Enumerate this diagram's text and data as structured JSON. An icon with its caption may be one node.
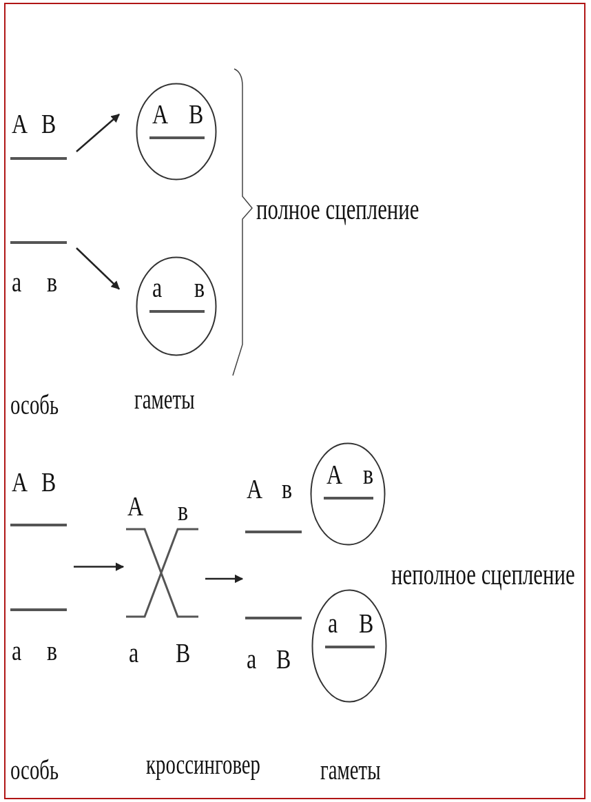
{
  "diagram": {
    "nodes": [
      {
        "text": [
          "А",
          "В",
          "а",
          "в"
        ]
      },
      {
        "text": [
          "А",
          "В"
        ]
      },
      {
        "text": [
          "а",
          "в"
        ]
      },
      {
        "text": [
          "А",
          "В",
          "а",
          "в"
        ]
      },
      {
        "text": [
          "А",
          "в",
          "а",
          "В"
        ]
      },
      {
        "text": [
          "А",
          "в",
          "а",
          "В"
        ]
      },
      {
        "text": [
          "А",
          "в"
        ]
      },
      {
        "text": [
          "а",
          "В"
        ]
      }
    ],
    "edges": [
      {
        "from": 0,
        "to": 1,
        "arrow": "to"
      },
      {
        "from": 0,
        "to": 2,
        "arrow": "to"
      },
      {
        "from": 3,
        "to": 4,
        "arrow": "to"
      },
      {
        "from": 4,
        "to": 5,
        "arrow": "to"
      }
    ],
    "labels": [
      "полное сцепление",
      "особь",
      "гаметы",
      "неполное сцепление",
      "особь",
      "кроссинговер",
      "гаметы"
    ]
  }
}
